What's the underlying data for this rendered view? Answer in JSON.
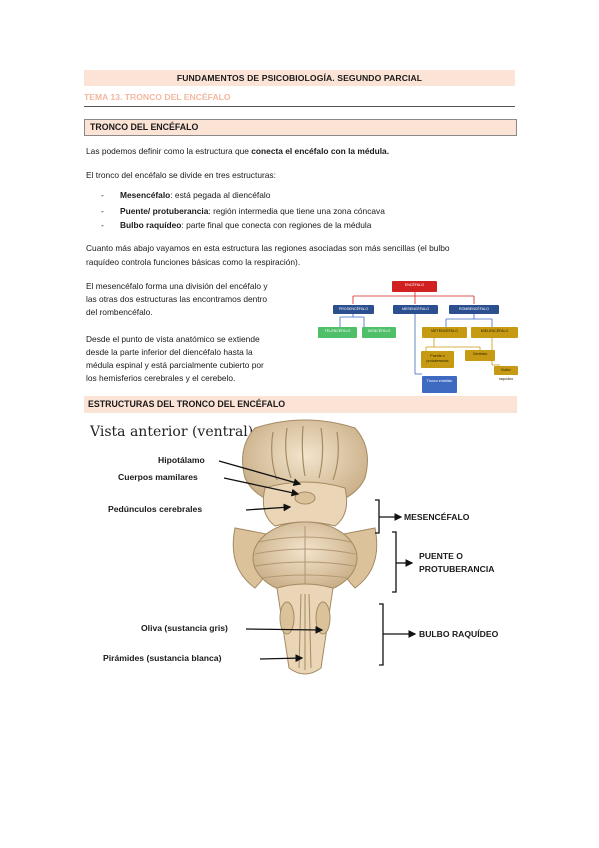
{
  "header": {
    "title": "FUNDAMENTOS DE PSICOBIOLOGÍA. SEGUNDO PARCIAL"
  },
  "topic": {
    "label": "TEMA 13. TRONCO DEL ENCÉFALO"
  },
  "section1": {
    "title": "TRONCO DEL ENCÉFALO",
    "intro_pre": "Las podemos definir como la estructura que ",
    "intro_bold": "conecta el encéfalo con la médula.",
    "divides": "El tronco del encéfalo se divide en tres estructuras:",
    "bullets": [
      {
        "dash": "-",
        "term": "Mesencéfalo",
        "rest": ": está pegada al diencéfalo"
      },
      {
        "dash": "-",
        "term": "Puente/ protuberancia",
        "rest": ": región intermedia que tiene una zona cóncava"
      },
      {
        "dash": "-",
        "term": "Bulbo raquídeo",
        "rest": ": parte final que conecta con regiones de la médula"
      }
    ],
    "para_lower_1": "Cuanto más abajo vayamos en esta estructura las regiones asociadas son más sencillas (el bulbo",
    "para_lower_2": "raquídeo controla funciones básicas como la respiración).",
    "mes_lines": [
      "El mesencéfalo forma una división del encéfalo y",
      "las otras dos estructuras las encontramos dentro",
      "del rombencéfalo."
    ],
    "anat_lines": [
      "Desde el punto de vista anatómico se extiende",
      "desde la parte inferior del diencéfalo hasta la",
      "médula espinal y está parcialmente cubierto por",
      "los hemisferios cerebrales y el cerebelo."
    ]
  },
  "diagram": {
    "root": "ENCÉFALO",
    "level1": [
      "PROSENCÉFALO",
      "MESENCÉFALO",
      "ROMBENCÉFALO"
    ],
    "pros_children": [
      "TELENCÉFALO",
      "DIENCÉFALO"
    ],
    "romb_children": [
      "METENCÉFALO",
      "MIELENCÉFALO"
    ],
    "met_children": [
      "Puente o protuberancia",
      "Cerebelo"
    ],
    "bulbo": "Bulbo raquídeo",
    "tronco": "Tronco encéfalo"
  },
  "section2": {
    "title": "ESTRUCTURAS DEL TRONCO DEL ENCÉFALO",
    "view_title": "Vista anterior (ventral):",
    "labels": [
      "Hipotálamo",
      "Cuerpos mamilares",
      "Pedúnculos cerebrales",
      "Oliva (sustancia gris)",
      "Pirámides (sustancia blanca)"
    ],
    "regions": [
      "MESENCÉFALO",
      "PUENTE O",
      "PROTUBERANCIA",
      "BULBO RAQUÍDEO"
    ]
  }
}
